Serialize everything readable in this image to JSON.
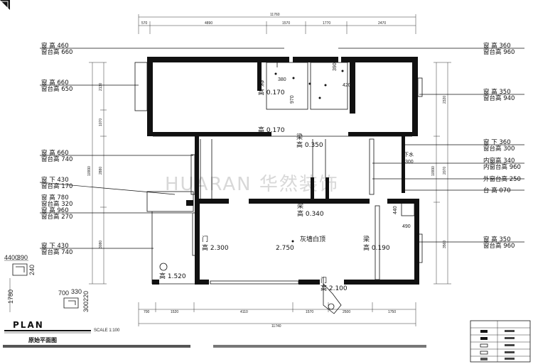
{
  "top_total": "11760",
  "top_segments": [
    "570",
    "4890",
    "1570",
    "1770",
    "2470"
  ],
  "bottom_total": "11740",
  "bottom_segments": [
    "700",
    "1520",
    "4110",
    "1570",
    "2500",
    "1750"
  ],
  "left_dims": [
    "2130",
    "1070",
    "2880",
    "10990",
    "3080"
  ],
  "right_dims": [
    "2320",
    "2070",
    "10990",
    "3560"
  ],
  "left_notes": [
    [
      "窗 高 460",
      "窗台高 660"
    ],
    [
      "窗 高 660",
      "窗台高 650"
    ],
    [
      "窗 高 660",
      "窗台高 740"
    ],
    [
      "窗 下 430",
      "窗台高 170"
    ],
    [
      "窗 高 780",
      "窗台高 320"
    ],
    [
      "窗 高 960",
      "窗台高 270"
    ],
    [
      "窗 下 430",
      "窗台高 740"
    ]
  ],
  "right_notes": [
    [
      "窗 高 360",
      "窗台高 960"
    ],
    [
      "窗 高 350",
      "窗台高 940"
    ],
    [
      "窗 下 360",
      "窗台高 300"
    ],
    [
      "内窗高 340",
      "内窗台高 960"
    ],
    [
      "外窗台高 250"
    ],
    [
      "台 高 070"
    ],
    [
      "窗 高 350",
      "窗台高 960"
    ]
  ],
  "labels": {
    "beam1": "梁",
    "beam1_h": "高 0.170",
    "beam2_h": "高 0.170",
    "beam3": "梁",
    "beam3_h": "高 0.350",
    "beam4": "梁",
    "beam4_h": "高 0.340",
    "beam5": "梁",
    "beam5_h": "高 0.190",
    "door1": "门",
    "door1_h": "高 2.300",
    "door2": "门",
    "door2_h": "高 2.100",
    "ceiling": "灰墙白顶",
    "ceiling_h": "2.750",
    "beam6_h": "高 1.520",
    "d380": "380",
    "d970": "970",
    "d390": "390",
    "d420": "420",
    "d440": "440",
    "d490": "490",
    "d300": "300",
    "down_label": "下水",
    "d4400": "4400",
    "d390b": "390",
    "d240": "240",
    "d1780": "1780",
    "d700": "700",
    "d330": "330",
    "d300220": "300220"
  },
  "title": "PLAN",
  "scale": "SCALE 1:100",
  "subtitle": "原始平面图",
  "watermark": "HUARAN 华然装饰",
  "colors": {
    "line": "#111111",
    "watermark": "#d8d8d8"
  }
}
